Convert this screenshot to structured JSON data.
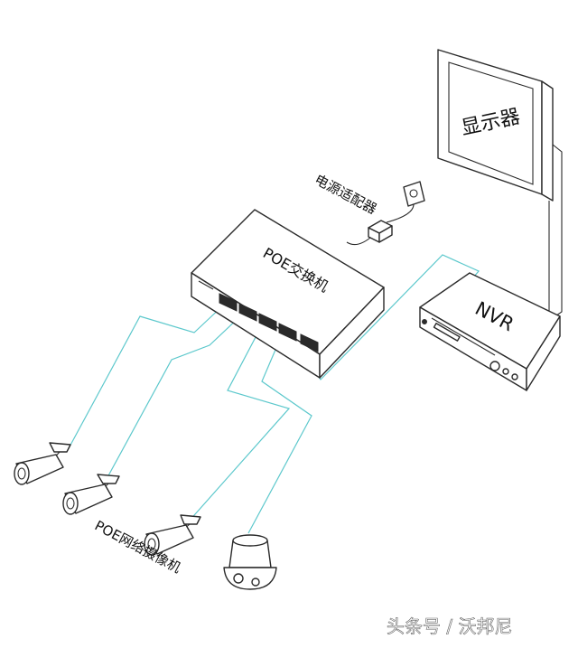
{
  "labels": {
    "monitor": "显示器",
    "adapter": "电源适配器",
    "switch": "POE交换机",
    "nvr": "NVR",
    "cameras": "POE网络摄像机"
  },
  "watermark": "头条号 / 沃邦尼",
  "colors": {
    "cable": "#5cc8cc",
    "outline": "#2a2a2a",
    "background": "#ffffff"
  }
}
